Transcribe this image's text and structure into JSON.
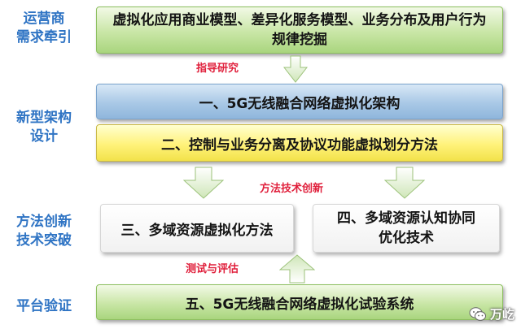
{
  "left_labels": {
    "demand": "运营商\n需求牵引",
    "architecture": "新型架构\n设计",
    "methods": "方法创新\n技术突破",
    "platform": "平台验证"
  },
  "boxes": {
    "top": "虚拟化应用商业模型、差异化服务模型、业务分布及用户行为规律挖掘",
    "one": "一、5G无线融合网络虚拟化架构",
    "two": "二、控制与业务分离及协议功能虚拟划分方法",
    "three": "三、多域资源虚拟化方法",
    "four": "四、多域资源认知协同优化技术",
    "five": "五、5G无线融合网络虚拟化试验系统"
  },
  "arrow_labels": {
    "guide": "指导研究",
    "method": "方法技术创新",
    "test": "测试与评估"
  },
  "watermark": {
    "text": "万屹",
    "icon": "wechat-icon"
  },
  "colors": {
    "side_text": "#2f74c4",
    "arrow_label": "#e0203c",
    "green": "#c9e6a6",
    "blue": "#a9c8e6",
    "yellow": "#fff27a"
  }
}
